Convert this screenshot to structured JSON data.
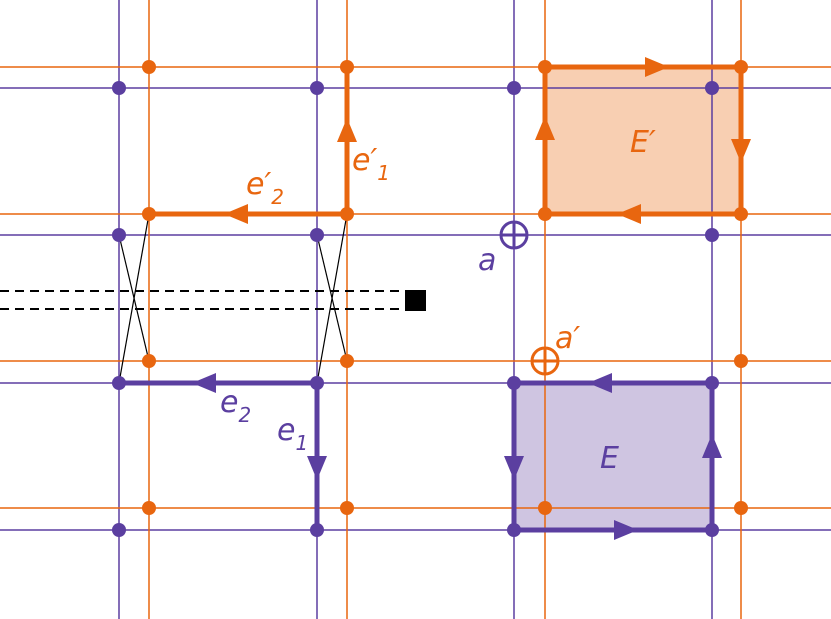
{
  "colors": {
    "orange": "#e8660f",
    "purple": "#5b3fa0",
    "orange_fill": "#f8cfb2",
    "purple_fill": "#cfc5e1",
    "black": "#000000"
  },
  "labels": {
    "e1": {
      "base": "e",
      "sub": "1"
    },
    "e2": {
      "base": "e",
      "sub": "2"
    },
    "e1p": {
      "base": "e",
      "prime": "′",
      "sub": "1"
    },
    "e2p": {
      "base": "e",
      "prime": "′",
      "sub": "2"
    },
    "E": "E",
    "Ep": "E′",
    "a": "a",
    "ap": "a′"
  },
  "markers": {
    "oplus": "⊕"
  }
}
